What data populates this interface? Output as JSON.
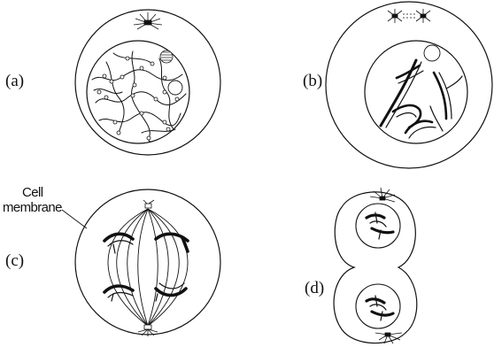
{
  "panels": {
    "a": {
      "label": "(a)"
    },
    "b": {
      "label": "(b)"
    },
    "c": {
      "label": "(c)"
    },
    "d": {
      "label": "(d)"
    }
  },
  "annotation": {
    "line1": "Cell",
    "line2": "membrane"
  },
  "colors": {
    "ink": "#111111",
    "background": "#ffffff"
  }
}
